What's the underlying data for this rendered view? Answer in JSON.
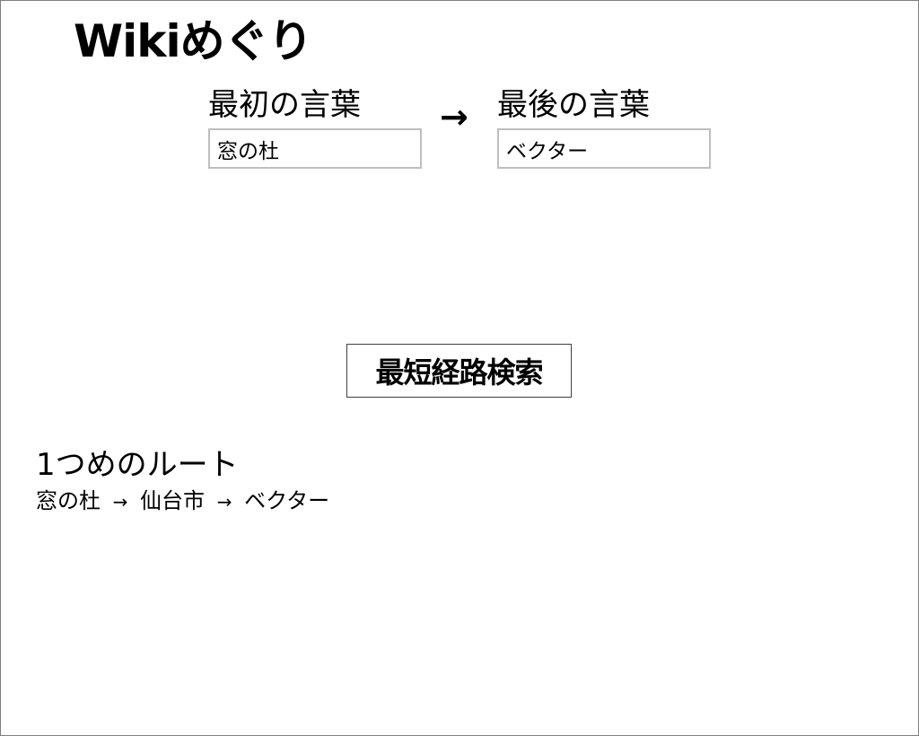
{
  "app": {
    "title": "Wikiめぐり"
  },
  "form": {
    "start": {
      "label": "最初の言葉",
      "value": "窓の杜"
    },
    "arrow": "→",
    "end": {
      "label": "最後の言葉",
      "value": "ベクター"
    },
    "search_button_label": "最短経路検索"
  },
  "results": {
    "route_1": {
      "heading": "1つめのルート",
      "path": [
        "窓の杜",
        "仙台市",
        "ベクター"
      ],
      "separator": "→"
    }
  },
  "colors": {
    "frame_border": "#7f7f7f",
    "input_border": "#bfbfbf",
    "button_border": "#404040",
    "text": "#000000",
    "background": "#ffffff"
  }
}
